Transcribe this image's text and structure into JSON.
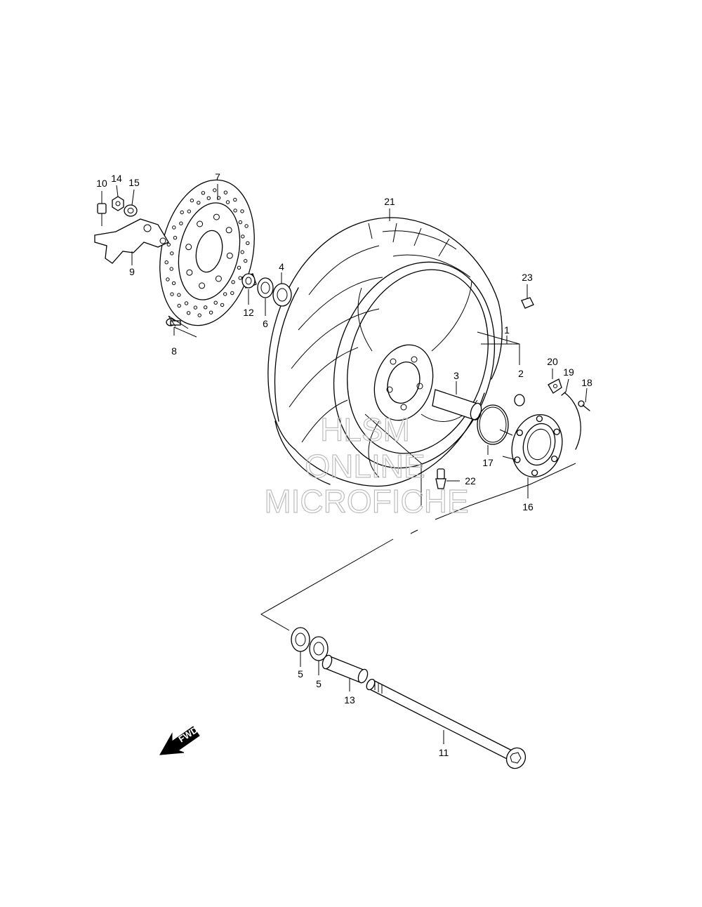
{
  "diagram": {
    "callouts": {
      "p1": "1",
      "p2": "2",
      "p3": "3",
      "p4": "4",
      "p5a": "5",
      "p5b": "5",
      "p6": "6",
      "p7": "7",
      "p8": "8",
      "p9": "9",
      "p10": "10",
      "p11": "11",
      "p12": "12",
      "p13": "13",
      "p14": "14",
      "p15": "15",
      "p16": "16",
      "p17": "17",
      "p18": "18",
      "p19": "19",
      "p20": "20",
      "p21": "21",
      "p22": "22",
      "p23": "23"
    },
    "watermark": {
      "line1": "HLSM",
      "line2": "ONLINE",
      "line3": "MICROFICHE"
    },
    "fwd_label": "FWD"
  }
}
